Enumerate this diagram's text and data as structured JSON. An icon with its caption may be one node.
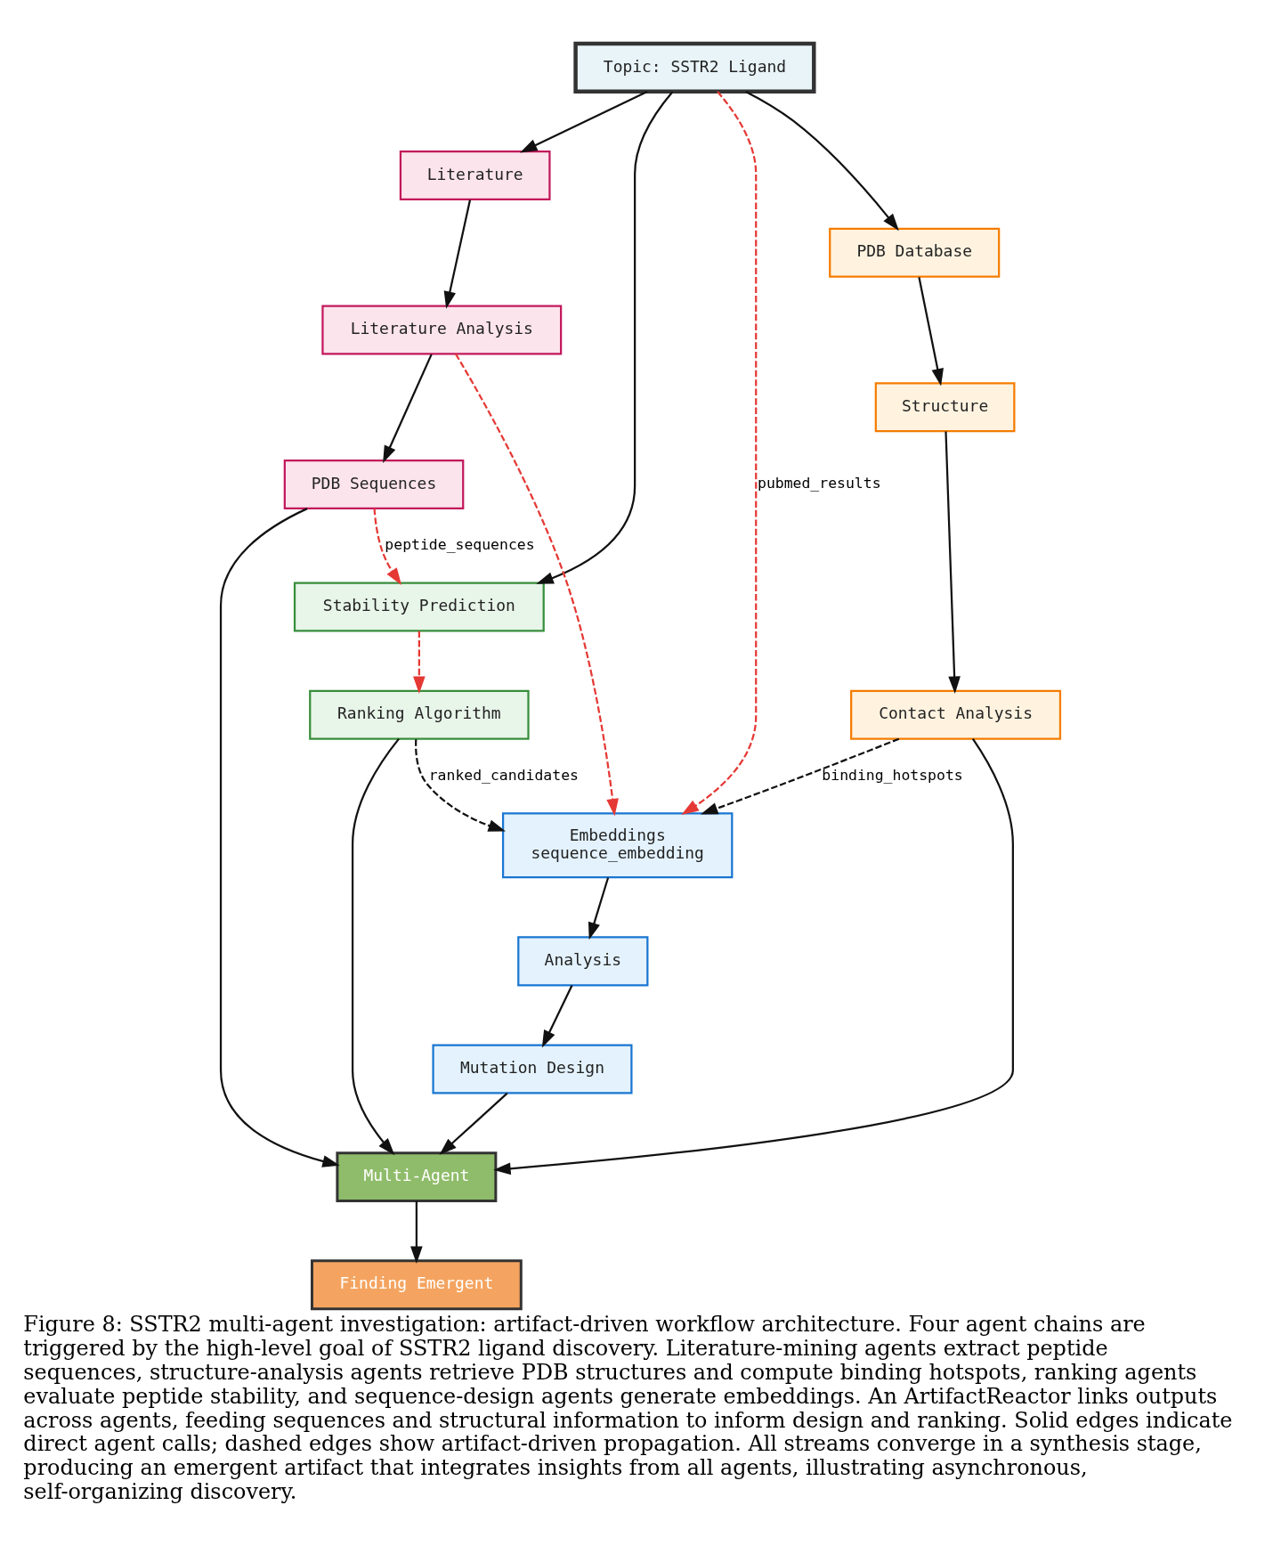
{
  "diagram": {
    "caption": "Figure 8: SSTR2 multi-agent investigation: artifact-driven workflow architecture. Four agent chains are triggered by the high-level goal of SSTR2 ligand discovery. Literature-mining agents extract peptide sequences, structure-analysis agents retrieve PDB structures and compute binding hotspots, ranking agents evaluate peptide stability, and sequence-design agents generate embeddings. An ArtifactReactor links outputs across agents, feeding sequences and structural information to inform design and ranking. Solid edges indicate direct agent calls; dashed edges show artifact-driven propagation. All streams converge in a synthesis stage, producing an emergent artifact that integrates insights from all agents, illustrating asynchronous, self-organizing discovery.",
    "nodes": [
      {
        "text": [
          "Topic: SSTR2 Ligand"
        ]
      },
      {
        "text": [
          "Literature"
        ]
      },
      {
        "text": [
          "Literature Analysis"
        ]
      },
      {
        "text": [
          "PDB Sequences"
        ]
      },
      {
        "text": [
          "PDB Database"
        ]
      },
      {
        "text": [
          "Stability Prediction"
        ]
      },
      {
        "text": [
          "Structure"
        ]
      },
      {
        "text": [
          "Ranking Algorithm"
        ]
      },
      {
        "text": [
          "Contact Analysis"
        ]
      },
      {
        "text": [
          "Embeddings sequence_embedding"
        ]
      },
      {
        "text": [
          "Analysis"
        ]
      },
      {
        "text": [
          "Mutation Design"
        ]
      },
      {
        "text": [
          "Multi-Agent"
        ]
      },
      {
        "text": [
          "Finding Emergent"
        ]
      }
    ],
    "edges": [
      {
        "from": 0,
        "to": 1,
        "arrow": "to"
      },
      {
        "from": 1,
        "to": 2,
        "arrow": "to"
      },
      {
        "from": 2,
        "to": 3,
        "arrow": "to"
      },
      {
        "from": 0,
        "to": 5,
        "arrow": "to"
      },
      {
        "from": 0,
        "to": 4,
        "arrow": "to"
      },
      {
        "from": 2,
        "to": 9,
        "arrow": "to",
        "style": "dashed",
        "color": "#e53935"
      },
      {
        "from": 0,
        "to": 9,
        "arrow": "to",
        "label": "pubmed_results",
        "style": "dashed",
        "color": "#e53935"
      },
      {
        "from": 3,
        "to": 5,
        "arrow": "to",
        "label": "peptide_sequences",
        "style": "dashed",
        "color": "#e53935"
      },
      {
        "from": 3,
        "to": 12,
        "arrow": "to"
      },
      {
        "from": 4,
        "to": 6,
        "arrow": "to"
      },
      {
        "from": 6,
        "to": 8,
        "arrow": "to"
      },
      {
        "from": 5,
        "to": 7,
        "arrow": "to",
        "style": "dashed",
        "color": "#e53935"
      },
      {
        "from": 7,
        "to": 9,
        "arrow": "to",
        "label": "ranked_candidates",
        "style": "dashed"
      },
      {
        "from": 7,
        "to": 12,
        "arrow": "to"
      },
      {
        "from": 8,
        "to": 9,
        "arrow": "to",
        "label": "binding_hotspots",
        "style": "dashed"
      },
      {
        "from": 8,
        "to": 12,
        "arrow": "to"
      },
      {
        "from": 9,
        "to": 10,
        "arrow": "to"
      },
      {
        "from": 10,
        "to": 11,
        "arrow": "to"
      },
      {
        "from": 11,
        "to": 12,
        "arrow": "to"
      },
      {
        "from": 12,
        "to": 13,
        "arrow": "to"
      }
    ]
  }
}
